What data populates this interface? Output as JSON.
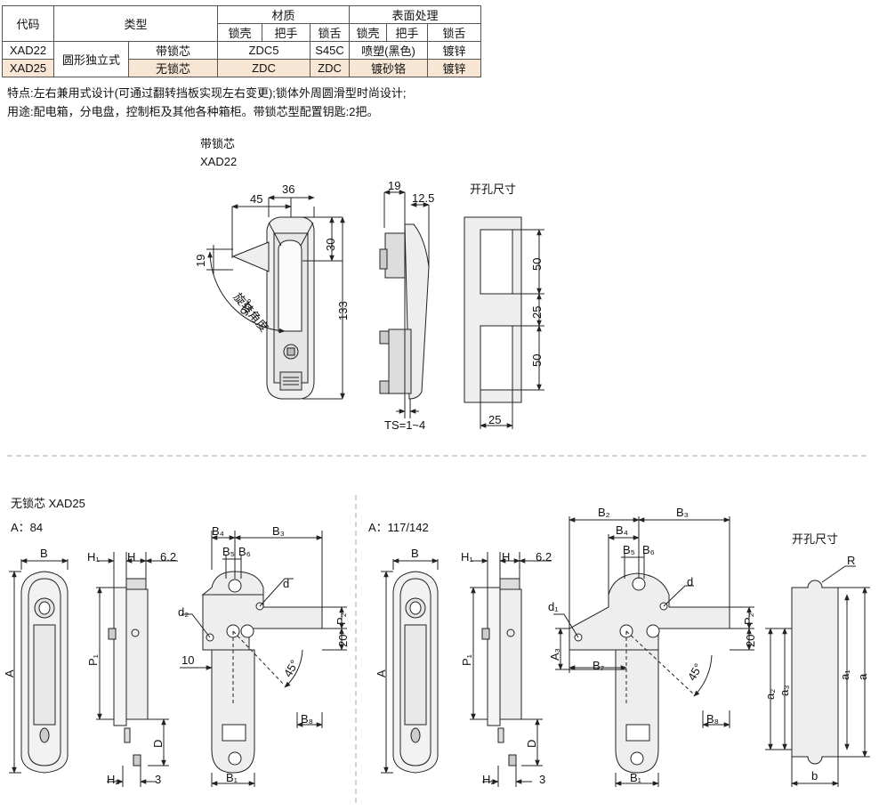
{
  "table": {
    "h_code": "代码",
    "h_type": "类型",
    "h_material": "材质",
    "h_surface": "表面处理",
    "sub": [
      "锁壳",
      "把手",
      "锁舌",
      "锁壳",
      "把手",
      "锁舌"
    ],
    "rows": [
      {
        "code": "XAD22",
        "type": "圆形独立式",
        "sub_type": "带锁芯",
        "mat_body_handle": "ZDC5",
        "mat_tongue": "S45C",
        "surf_body_handle": "喷塑(黑色)",
        "surf_tongue": "镀锌"
      },
      {
        "code": "XAD25",
        "type": "圆形独立式",
        "sub_type": "无锁芯",
        "mat_body_handle": "ZDC",
        "mat_tongue": "ZDC",
        "surf_body_handle": "镀砂铬",
        "surf_tongue": "镀锌"
      }
    ]
  },
  "notes": {
    "line1": "特点:左右兼用式设计(可通过翻转挡板实现左右变更);锁体外周圆滑型时尚设计;",
    "line2": "用途:配电箱，分电盘，控制柜及其他各种箱柜。带锁芯型配置钥匙:2把。"
  },
  "top_drawing": {
    "title1": "带锁芯",
    "title2": "XAD22",
    "dims": {
      "w36": "36",
      "w45": "45",
      "h30": "30",
      "h19": "19",
      "h133": "133",
      "w19": "19",
      "w12_5": "12.5",
      "ts": "TS=1~4"
    },
    "angle": "90°",
    "rotate_label": "旋转角度",
    "cutout_title": "开孔尺寸",
    "cutout_dims": {
      "h50a": "50",
      "h25": "25",
      "h50b": "50",
      "w25": "25"
    }
  },
  "bottom_left": {
    "title": "无锁芯 XAD25",
    "a_value": "A：84",
    "labels": {
      "B": "B",
      "A": "A",
      "H1": "H₁",
      "H": "H",
      "v6_2": "6.2",
      "P1": "P₁",
      "D": "D",
      "H2": "H₂",
      "v3": "3",
      "B4": "B₄",
      "B3": "B₃",
      "B5": "B₅",
      "B6": "B₆",
      "d": "d",
      "d2": "d₂",
      "P2": "P₂",
      "v20": "20",
      "v10": "10",
      "a45": "45°",
      "B8": "B₈",
      "B1": "B₁"
    }
  },
  "bottom_right": {
    "a_value": "A：117/142",
    "labels": {
      "B": "B",
      "A": "A",
      "H1": "H₁",
      "H": "H",
      "v6_2": "6.2",
      "P1": "P₁",
      "D": "D",
      "H2": "H₂",
      "v3": "3",
      "B2": "B₂",
      "B3": "B₃",
      "B4": "B₄",
      "B5": "B₅",
      "B6": "B₆",
      "d": "d",
      "d1": "d₁",
      "A3": "A₃",
      "B7": "B₇",
      "P2": "P₂",
      "v20": "20",
      "a45": "45°",
      "B8": "B₈",
      "B1": "B₁"
    },
    "cutout_title": "开孔尺寸",
    "cutout": {
      "R": "R",
      "a": "a",
      "a1": "a₁",
      "a2": "a₂",
      "a3": "a₃",
      "b": "b"
    }
  }
}
